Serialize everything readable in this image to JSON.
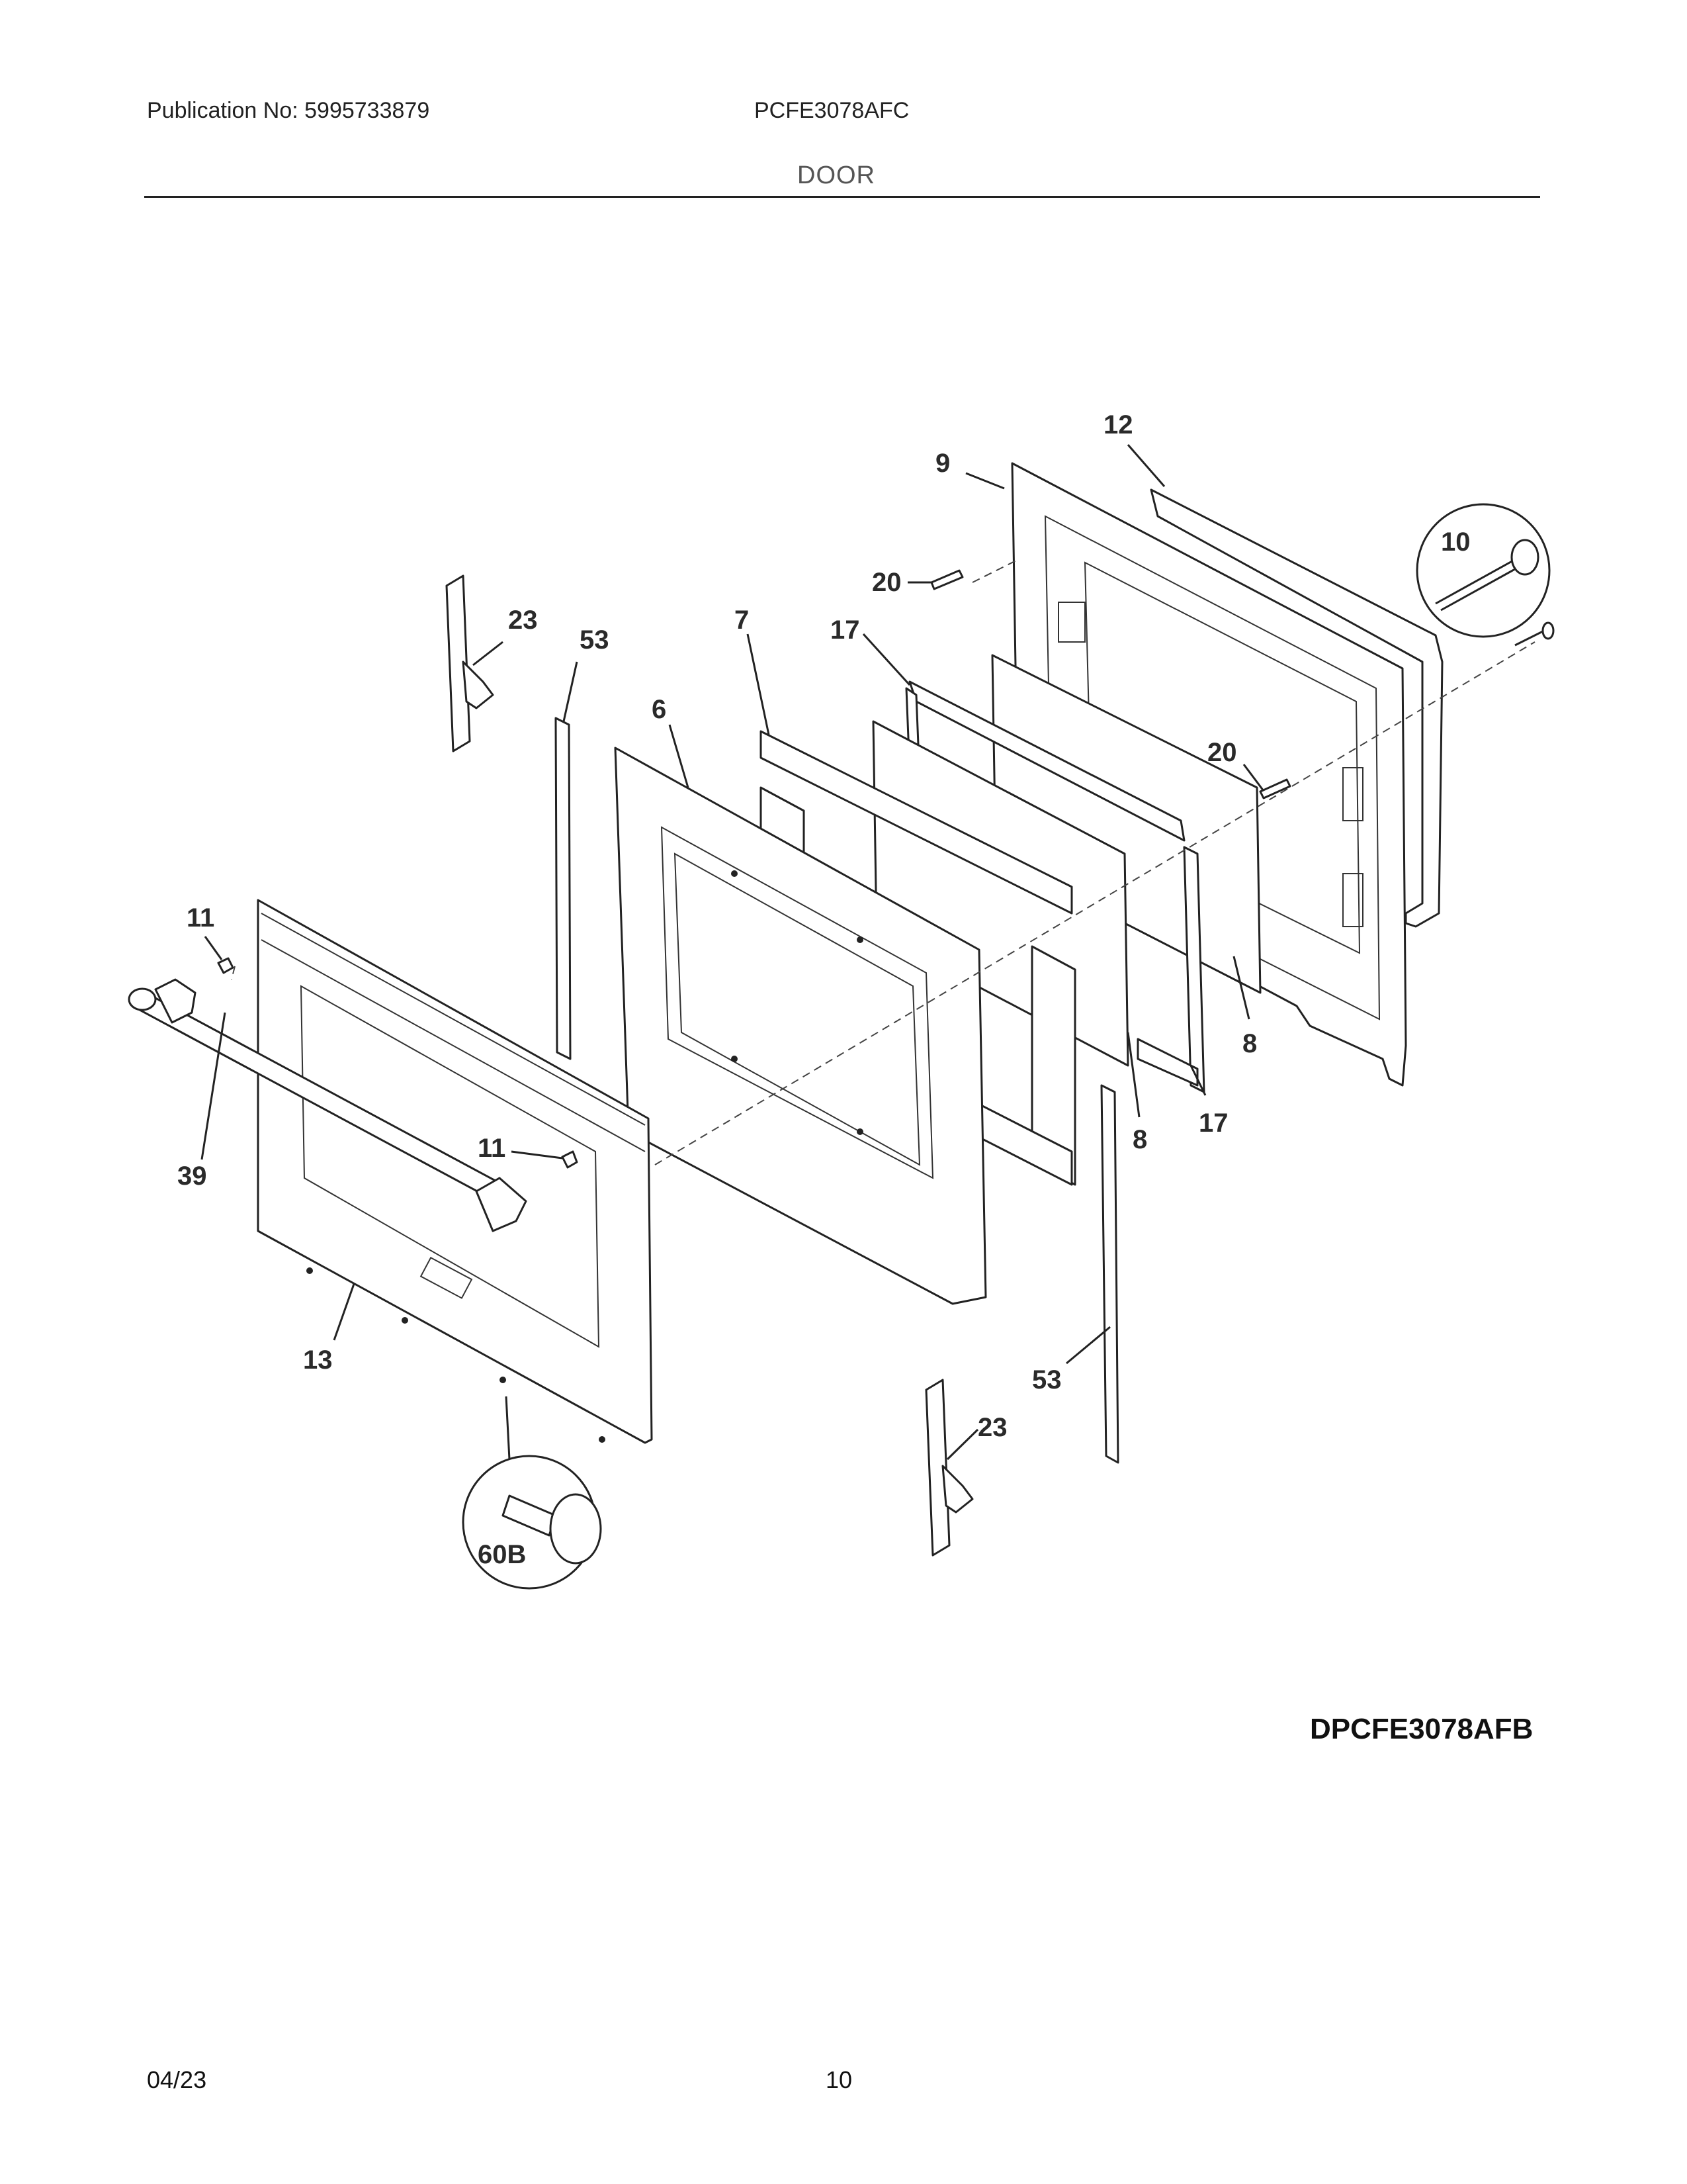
{
  "header": {
    "publication": "Publication No: 5995733879",
    "model": "PCFE3078AFC",
    "section": "DOOR"
  },
  "diagram_id": "DPCFE3078AFB",
  "footer": {
    "date": "04/23",
    "page": "10"
  },
  "callouts": {
    "c12": "12",
    "c9": "9",
    "c10": "10",
    "c20a": "20",
    "c23a": "23",
    "c53a": "53",
    "c7": "7",
    "c17a": "17",
    "c6": "6",
    "c20b": "20",
    "c11a": "11",
    "c8a": "8",
    "c11b": "11",
    "c39": "39",
    "c8b": "8",
    "c17b": "17",
    "c13": "13",
    "c53b": "53",
    "c23b": "23",
    "c60b": "60B"
  }
}
